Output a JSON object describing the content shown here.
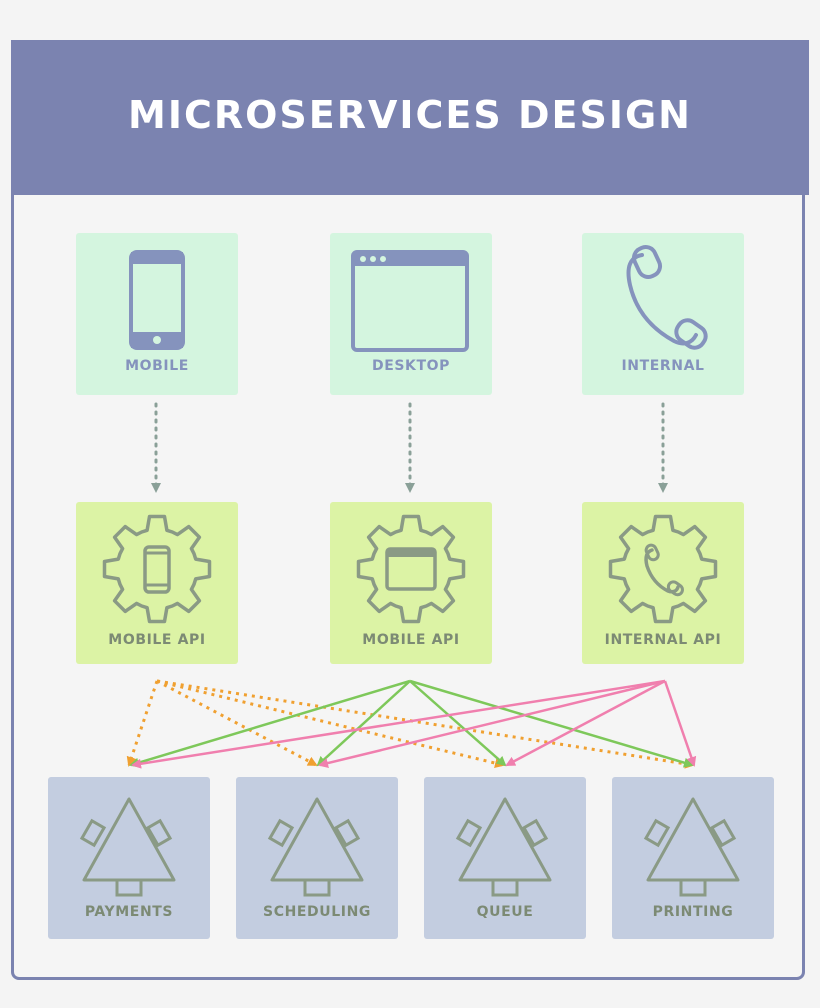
{
  "title": "MICROSERVICES DESIGN",
  "clients": [
    {
      "label": "MOBILE",
      "icon": "phone-icon"
    },
    {
      "label": "DESKTOP",
      "icon": "browser-window-icon"
    },
    {
      "label": "INTERNAL",
      "icon": "telephone-handset-icon"
    }
  ],
  "apis": [
    {
      "label": "MOBILE API",
      "icon": "gear-phone-icon"
    },
    {
      "label": "MOBILE API",
      "icon": "gear-browser-icon"
    },
    {
      "label": "INTERNAL API",
      "icon": "gear-telephone-icon"
    }
  ],
  "services": [
    {
      "label": "PAYMENTS",
      "icon": "tree-icon"
    },
    {
      "label": "SCHEDULING",
      "icon": "tree-icon"
    },
    {
      "label": "QUEUE",
      "icon": "tree-icon"
    },
    {
      "label": "PRINTING",
      "icon": "tree-icon"
    }
  ],
  "colors": {
    "banner": "#7b83b0",
    "client_card": "#d4f5df",
    "api_card": "#dcf3a5",
    "service_card": "#c3cde0",
    "client_api_arrow": "#8aa098",
    "mobile_api_links": "#f0a030",
    "desktop_api_links": "#7ec85a",
    "internal_api_links": "#f07fae"
  }
}
